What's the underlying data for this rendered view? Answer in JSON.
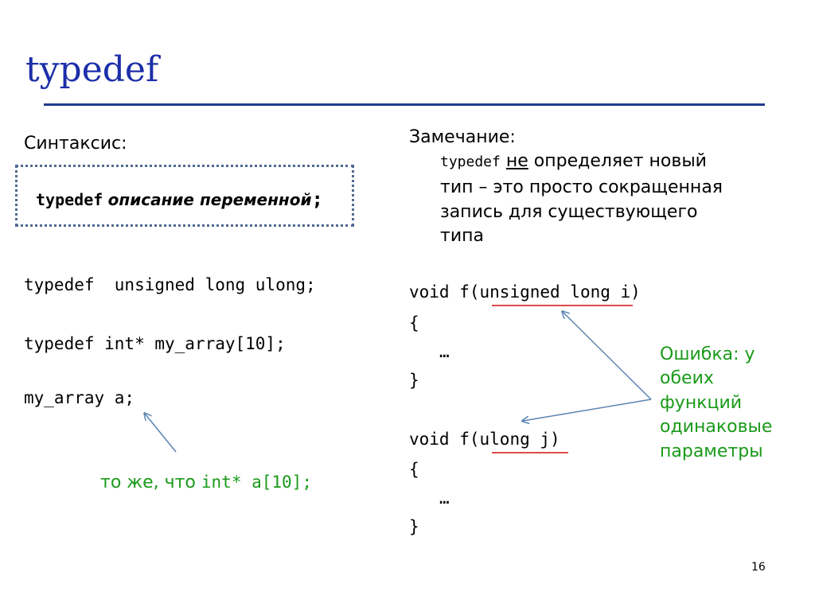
{
  "slide": {
    "title": "typedef",
    "syntax_label": "Синтаксис:",
    "syntax": {
      "keyword": "typedef",
      "description": "описание переменной",
      "terminator": ";"
    },
    "examples": [
      "typedef  unsigned long ulong;",
      "typedef int* my_array[10];",
      "my_array a;"
    ],
    "example_note": {
      "prefix": "то же, что ",
      "code": "int* a[10];"
    },
    "remark": {
      "label": "Замечание:",
      "keyword": "typedef",
      "negation": "не",
      "line1_rest": " определяет новый",
      "line2": "тип – это просто сокращенная",
      "line3": "запись для существующего",
      "line4": "типа"
    },
    "code_blocks": [
      {
        "sig_prefix": "void f(",
        "sig_highlight": "unsigned long",
        "sig_suffix": " i)",
        "open": "{",
        "body": "…",
        "close": "}"
      },
      {
        "sig_prefix": "void f(",
        "sig_highlight": "ulong",
        "sig_suffix": " j)",
        "open": "{",
        "body": "…",
        "close": "}"
      }
    ],
    "error_note": [
      "Ошибка: у",
      "обеих",
      "функций",
      "одинаковые",
      "параметры"
    ],
    "page_number": "16"
  },
  "colors": {
    "title": "#1c2ea8",
    "rule": "#1f3c8c",
    "note": "#1a9a1a",
    "underline": "#e04b4b",
    "arrow": "#5b84b1"
  }
}
